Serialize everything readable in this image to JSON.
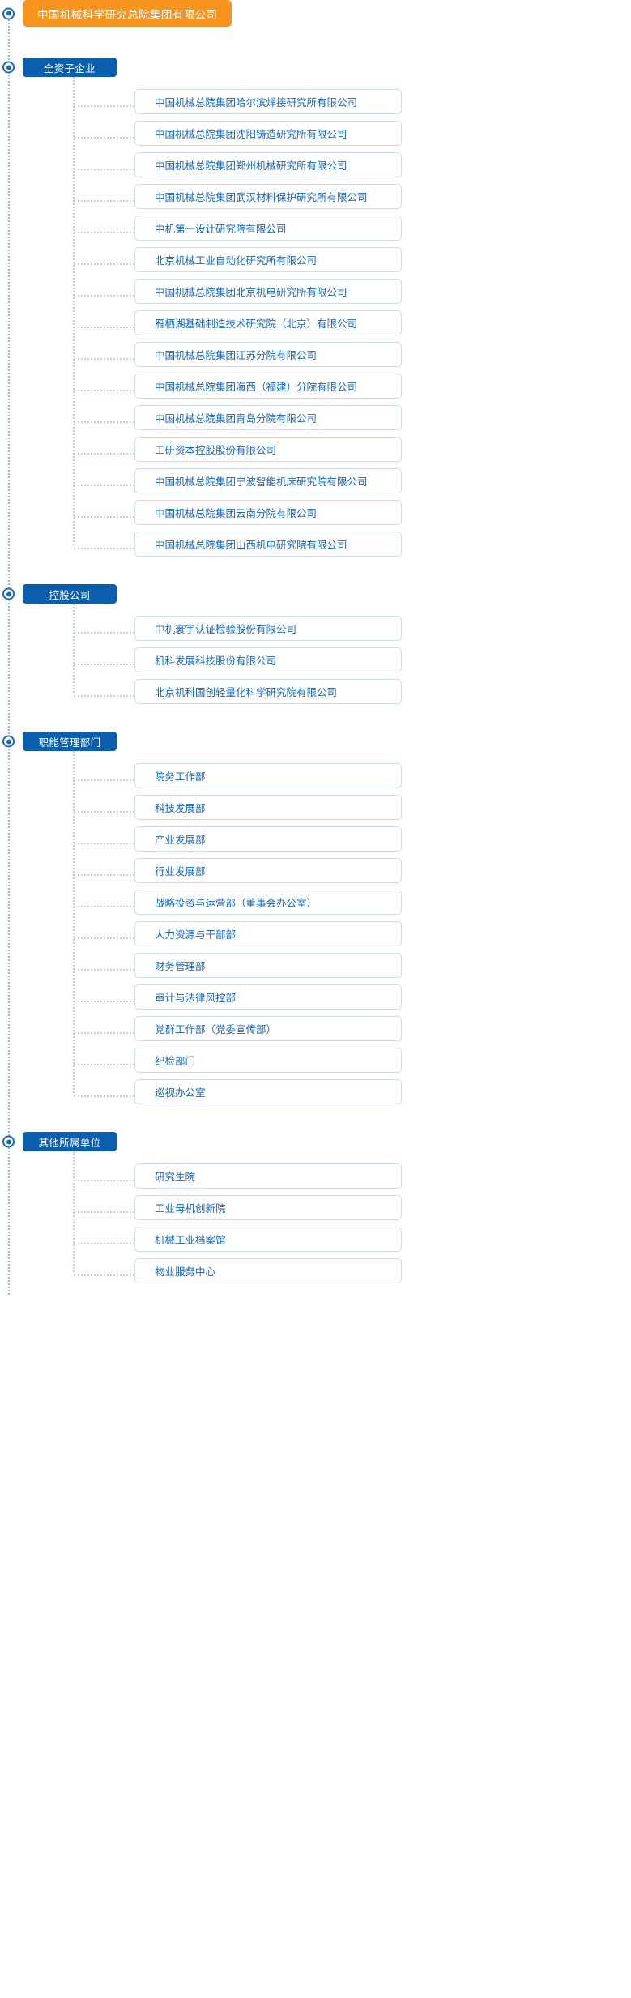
{
  "colors": {
    "root_bg": "#f7941d",
    "section_bg": "#0b5ead",
    "item_border": "#c9dcf0",
    "item_text": "#1566c0",
    "line": "#9cb8d8"
  },
  "root": {
    "label": "中国机械科学研究总院集团有限公司",
    "marker": "node-marker-icon"
  },
  "sections": [
    {
      "label": "全资子企业",
      "items": [
        "中国机械总院集团哈尔滨焊接研究所有限公司",
        "中国机械总院集团沈阳铸造研究所有限公司",
        "中国机械总院集团郑州机械研究所有限公司",
        "中国机械总院集团武汉材料保护研究所有限公司",
        "中机第一设计研究院有限公司",
        "北京机械工业自动化研究所有限公司",
        "中国机械总院集团北京机电研究所有限公司",
        "雁栖湖基础制造技术研究院（北京）有限公司",
        "中国机械总院集团江苏分院有限公司",
        "中国机械总院集团海西（福建）分院有限公司",
        "中国机械总院集团青岛分院有限公司",
        "工研资本控股股份有限公司",
        "中国机械总院集团宁波智能机床研究院有限公司",
        "中国机械总院集团云南分院有限公司",
        "中国机械总院集团山西机电研究院有限公司"
      ]
    },
    {
      "label": "控股公司",
      "items": [
        "中机寰宇认证检验股份有限公司",
        "机科发展科技股份有限公司",
        "北京机科国创轻量化科学研究院有限公司"
      ]
    },
    {
      "label": "职能管理部门",
      "items": [
        "院务工作部",
        "科技发展部",
        "产业发展部",
        "行业发展部",
        "战略投资与运营部（董事会办公室）",
        "人力资源与干部部",
        "财务管理部",
        "审计与法律风控部",
        "党群工作部（党委宣传部）",
        "纪检部门",
        "巡视办公室"
      ]
    },
    {
      "label": "其他所属单位",
      "items": [
        "研究生院",
        "工业母机创新院",
        "机械工业档案馆",
        "物业服务中心"
      ]
    }
  ]
}
